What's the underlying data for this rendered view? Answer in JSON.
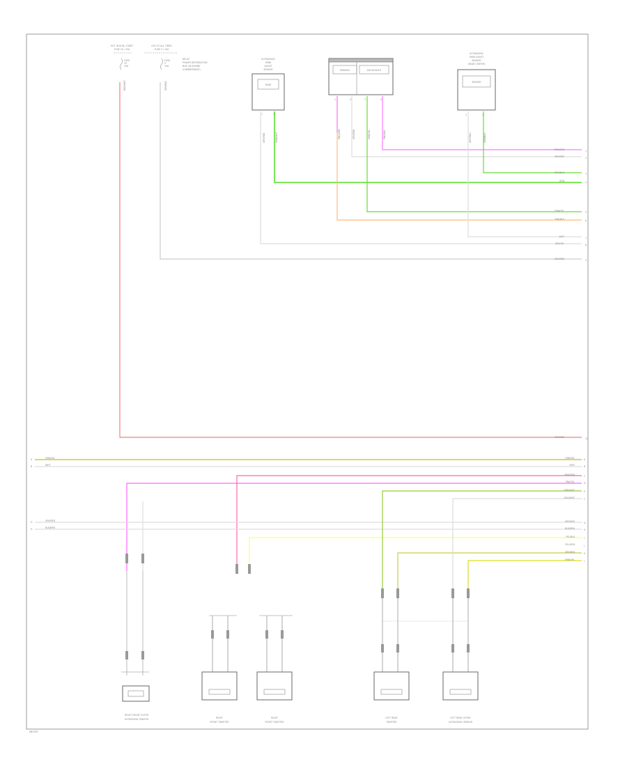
{
  "page": {
    "figure_id": "ABCDEF"
  },
  "colors": {
    "red": "#f08080",
    "pink": "#ff55ff",
    "green": "#55dd22",
    "lime": "#99cc33",
    "yellow_green": "#cccc44",
    "yellow": "#ffff66",
    "orange": "#ffbb77",
    "grey": "#cccccc",
    "light_grey": "#dddddd",
    "olive": "#bbbb33",
    "dark_yellow": "#dddd22"
  },
  "fuses": [
    {
      "id": "fuse-1",
      "label": "HOT IN RUN / START",
      "sub": "FUSE 25 / 15A",
      "wire_label": "RED/WHT"
    },
    {
      "id": "fuse-2",
      "label": "HOT AT ALL TIMES",
      "sub": "FUSE 5 / 10A",
      "wire_label": "GRY/BLK"
    }
  ],
  "fuse_note": {
    "lines": [
      "RELAY",
      "POWER DISTRIBUTION",
      "BOX (IN ENGINE",
      "COMPARTMENT)"
    ]
  },
  "top_components": [
    {
      "id": "rear-sensor",
      "label": [
        "ULTRASONIC",
        "PARK",
        "ASSIST",
        "SENSOR"
      ],
      "inner": "REAR",
      "pins": [
        "1",
        "2"
      ],
      "wire_codes": [
        "GRY/RED",
        "GRN/WHT"
      ]
    },
    {
      "id": "park-module",
      "label": [
        "PARKING AID MODULE"
      ],
      "inner": [
        "PARKING",
        "AID MODULE"
      ],
      "pins": [
        "1",
        "2",
        "3",
        "4"
      ],
      "wire_codes": [
        "PNK/GRN",
        "GRY/RED",
        "GRN/YEL",
        "PNK/BLK"
      ]
    },
    {
      "id": "side-sensor",
      "label": [
        "ULTRASONIC",
        "PARK ASSIST",
        "SENSOR",
        "(REAR CENTER)"
      ],
      "inner": "SENSOR",
      "pins": [
        "1",
        "2"
      ],
      "wire_codes": [
        "WHT/BLU",
        "GRN/BLK"
      ]
    }
  ],
  "right_labels_top": [
    {
      "text": "PNK/GRN",
      "num": "1"
    },
    {
      "text": "GRY/RED",
      "num": "2"
    },
    {
      "text": "GRN/BLK",
      "num": "3"
    },
    {
      "text": "GRN",
      "num": "4"
    },
    {
      "text": "GRN/YEL",
      "num": "5"
    },
    {
      "text": "PNK/BLK",
      "num": "6"
    },
    {
      "text": "WHT",
      "num": "7"
    },
    {
      "text": "GRY/YEL",
      "num": "8"
    },
    {
      "text": "GRY/RED",
      "num": "9"
    },
    {
      "text": "GRY/RED",
      "num": "10"
    }
  ],
  "right_labels_bottom": [
    {
      "text": "GRN/YEL",
      "num": "A"
    },
    {
      "text": "WHT",
      "num": "B"
    },
    {
      "text": "PNK/GRN",
      "num": "C"
    },
    {
      "text": "PNK/YEL",
      "num": "D"
    },
    {
      "text": "GRN/WHT",
      "num": "E"
    },
    {
      "text": "BLK/WHT",
      "num": "F"
    },
    {
      "text": "GRY/RED",
      "num": "G"
    },
    {
      "text": "BLK/BRN",
      "num": "H"
    },
    {
      "text": "YEL/BLK",
      "num": "I"
    },
    {
      "text": "YEL/GRN",
      "num": "J"
    },
    {
      "text": "GRY/BRN",
      "num": "K"
    },
    {
      "text": "BRN/YEL",
      "num": "L"
    }
  ],
  "left_labels": [
    {
      "text": "GRN/YEL",
      "num": "A"
    },
    {
      "text": "WHT",
      "num": "B"
    },
    {
      "text": "GRY/RED",
      "num": "G"
    },
    {
      "text": "BLK/BRN",
      "num": "H"
    }
  ],
  "bottom_components": [
    {
      "id": "rf-sensor",
      "label": [
        "RIGHT FRONT OUTER",
        "ULTRASONIC SENSOR"
      ]
    },
    {
      "id": "r-tweeter-1",
      "label": [
        "RIGHT",
        "FRONT TWEETER"
      ]
    },
    {
      "id": "r-tweeter-2",
      "label": [
        "RIGHT",
        "FRONT TWEETER"
      ]
    },
    {
      "id": "lr-tweeter",
      "label": [
        "LEFT REAR",
        "TWEETER"
      ]
    },
    {
      "id": "lr-sensor",
      "label": [
        "LEFT REAR OUTER",
        "ULTRASONIC SENSOR"
      ]
    }
  ]
}
